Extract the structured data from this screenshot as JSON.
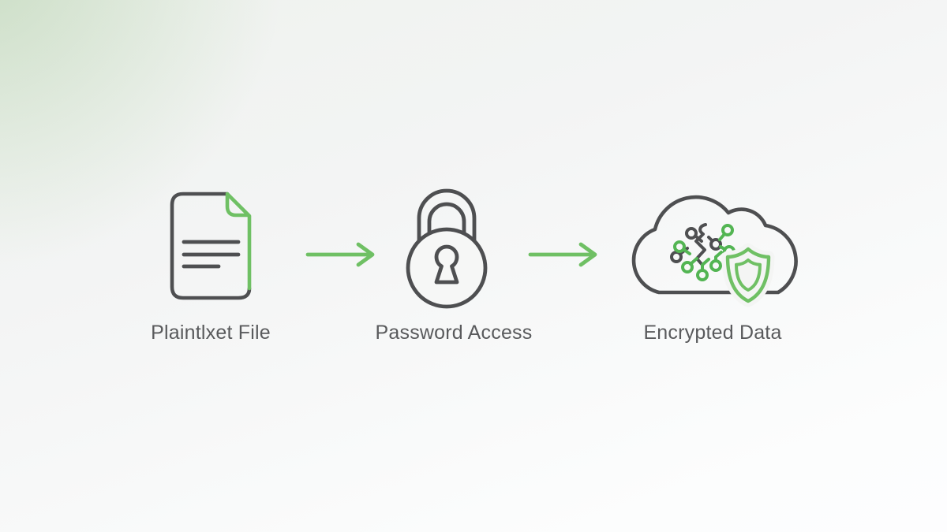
{
  "diagram": {
    "title": "encryption-flow-diagram",
    "steps": [
      {
        "id": "plaintext-file",
        "label": "Plaintlxet File",
        "icon": "document-icon"
      },
      {
        "id": "password-access",
        "label": "Password Access",
        "icon": "padlock-icon"
      },
      {
        "id": "encrypted-data",
        "label": "Encrypted Data",
        "icon": "cloud-circuit-shield-icon"
      }
    ],
    "connectors": [
      {
        "id": "arrow-1",
        "icon": "arrow-right-icon",
        "from": "plaintext-file",
        "to": "password-access"
      },
      {
        "id": "arrow-2",
        "icon": "arrow-right-icon",
        "from": "password-access",
        "to": "encrypted-data"
      }
    ]
  },
  "colors": {
    "outline_gray": "#4e4f51",
    "accent_green": "#6fc064",
    "circuit_green": "#53b553",
    "label_text": "#595a5c",
    "background_tint": "#e4eedd",
    "background_base": "#f5f6f6"
  }
}
